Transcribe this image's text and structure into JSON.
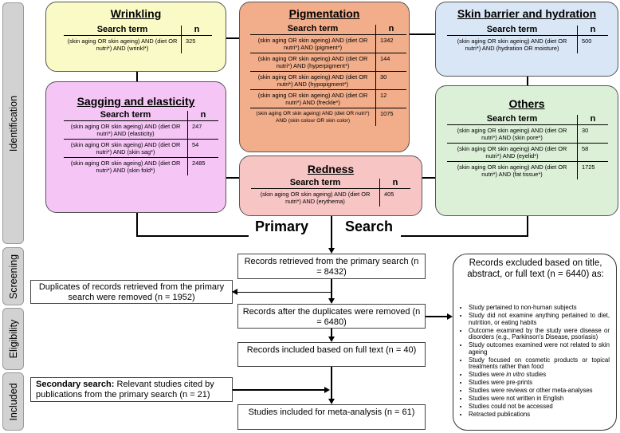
{
  "stages": [
    "Identification",
    "Screening",
    "Eligibility",
    "Included"
  ],
  "table_header": {
    "term": "Search term",
    "n": "n"
  },
  "categories": {
    "wrinkling": {
      "title": "Wrinkling",
      "color": "#fafac7",
      "rows": [
        {
          "term": "(skin aging OR skin ageing) AND (diet OR nutri*) AND (wrinkl*)",
          "n": "325"
        }
      ]
    },
    "pigmentation": {
      "title": "Pigmentation",
      "color": "#f2ad8a",
      "rows": [
        {
          "term": "(skin aging OR skin ageing) AND (diet OR nutri*) AND (pigment*)",
          "n": "1342"
        },
        {
          "term": "(skin aging OR skin ageing) AND (diet OR nutri*) AND (hyperpigment*)",
          "n": "144"
        },
        {
          "term": "(skin aging OR skin ageing) AND (diet OR nutri*) AND (hypopigment*)",
          "n": "30"
        },
        {
          "term": "(skin aging OR skin ageing) AND (diet OR nutri*) AND (freckle*)",
          "n": "12"
        },
        {
          "term": "(skin aging OR skin ageing) AND (diet OR nutri*) AND (skin colour OR skin color)",
          "n": "1075"
        }
      ]
    },
    "barrier": {
      "title": "Skin barrier and hydration",
      "color": "#d9e6f6",
      "rows": [
        {
          "term": "(skin aging OR skin ageing) AND (diet OR nutri*) AND (hydration OR moisture)",
          "n": "500"
        }
      ]
    },
    "sagging": {
      "title": "Sagging and elasticity",
      "color": "#f5c5f5",
      "rows": [
        {
          "term": "(skin aging OR skin ageing) AND (diet OR nutri*) AND (elasticity)",
          "n": "247"
        },
        {
          "term": "(skin aging OR skin ageing) AND (diet OR nutri*) AND (skin sag*)",
          "n": "54"
        },
        {
          "term": "(skin aging OR skin ageing) AND (diet OR nutri*) AND (skin fold*)",
          "n": "2485"
        }
      ]
    },
    "redness": {
      "title": "Redness",
      "color": "#f8c5c5",
      "rows": [
        {
          "term": "(skin aging OR skin ageing) AND (diet OR nutri*) AND (erythema)",
          "n": "405"
        }
      ]
    },
    "others": {
      "title": "Others",
      "color": "#dcefd7",
      "rows": [
        {
          "term": "(skin aging OR skin ageing) AND (diet OR nutri*) AND (skin pore*)",
          "n": "30"
        },
        {
          "term": "(skin aging OR skin ageing) AND (diet OR nutri*) AND (eyelid*)",
          "n": "58"
        },
        {
          "term": "(skin aging OR skin ageing) AND (diet OR nutri*) AND (fat tissue*)",
          "n": "1725"
        }
      ]
    }
  },
  "primary_search": {
    "word1": "Primary",
    "word2": "Search"
  },
  "flow": {
    "retrieved": "Records retrieved from the primary search (n = 8432)",
    "duplicates": "Duplicates of records retrieved from the primary search were removed (n = 1952)",
    "after_duplicates": "Records after the duplicates were removed (n = 6480)",
    "full_text": "Records included based on full text (n = 40)",
    "secondary_label": "Secondary search:",
    "secondary_text": " Relevant studies cited by publications from the primary search (n = 21)",
    "meta": "Studies included for meta-analysis (n = 61)"
  },
  "excluded": {
    "heading": "Records excluded based on title, abstract, or full text (n = 6440) as:",
    "reasons": [
      "Study pertained to non-human subjects",
      "Study did not examine anything pertained to diet, nutrition, or eating habits",
      "Outcome examined by the study were disease or disorders (e.g., Parkinson's Disease, psoriasis)",
      "Study outcomes examined were not related to skin ageing",
      "Study focused on cosmetic products or topical treatments rather than food",
      "Studies were in vitro studies",
      "Studies were pre-prints",
      "Studies were reviews or other meta-analyses",
      "Studies were not written in English",
      "Studies could not be accessed",
      "Retracted publications"
    ]
  }
}
